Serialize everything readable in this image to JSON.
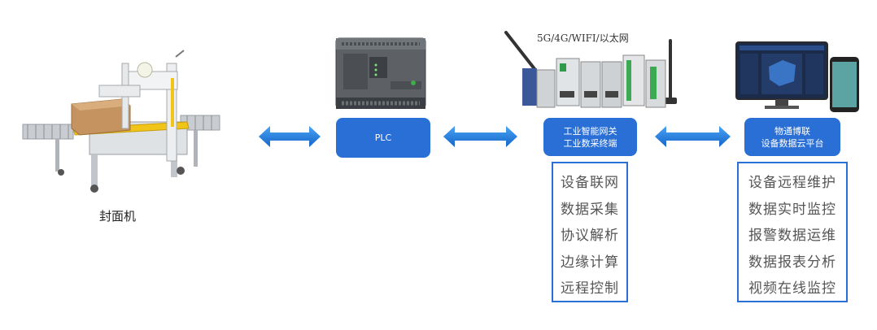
{
  "machine": {
    "caption": "封面机"
  },
  "plc": {
    "label": "PLC"
  },
  "gateway": {
    "network_label": "5G/4G/WIFI/以太网",
    "lines": [
      "工业智能网关",
      "工业数采终端"
    ],
    "functions": [
      "设备联网",
      "数据采集",
      "协议解析",
      "边缘计算",
      "远程控制"
    ]
  },
  "cloud": {
    "lines": [
      "物通博联",
      "设备数据云平台"
    ],
    "functions": [
      "设备远程维护",
      "数据实时监控",
      "报警数据运维",
      "数据报表分析",
      "视频在线监控"
    ]
  },
  "colors": {
    "accent": "#2a6fd6",
    "arrow": "#1f7be0"
  }
}
